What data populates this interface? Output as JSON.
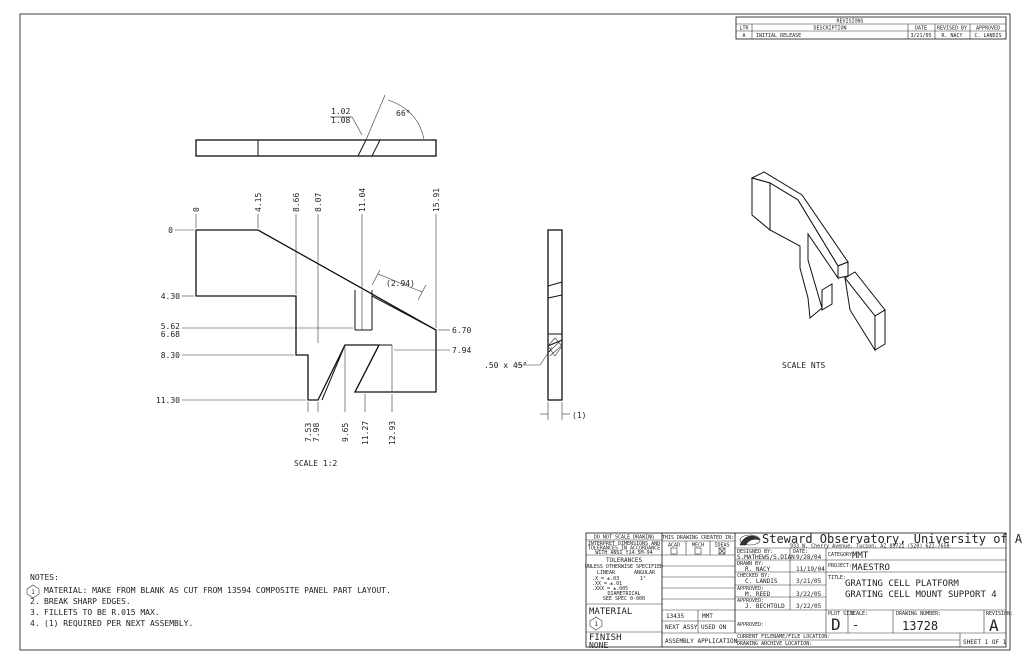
{
  "revisions": {
    "title": "REVISIONS",
    "headers": [
      "LTR",
      "DESCRIPTION",
      "DATE",
      "REVISED BY",
      "APPROVED"
    ],
    "rows": [
      [
        "A",
        "INITIAL RELEASE",
        "3/21/05",
        "R. NACY",
        "C. LANDIS"
      ]
    ]
  },
  "top_view": {
    "dims": [
      "1.02",
      "1.08",
      "66°"
    ]
  },
  "front_view": {
    "top_dims": [
      "0",
      "4.15",
      "8.66",
      "8.07",
      "11.04",
      "15.91"
    ],
    "left_dims": [
      "0",
      "4.30",
      "5.62",
      "6.68",
      "8.30",
      "11.30"
    ],
    "right_dims": [
      "6.70",
      "7.94"
    ],
    "bottom_dims": [
      "7.53",
      "7.98",
      "9.65",
      "11.27",
      "12.93"
    ],
    "ref_dim": "(2.94)",
    "scale": "SCALE 1:2"
  },
  "side_view": {
    "chamfer": ".50 x 45°",
    "width": "(1)"
  },
  "iso_view": {
    "scale": "SCALE NTS"
  },
  "notes": {
    "title": "NOTES:",
    "items": [
      "MATERIAL: MAKE FROM BLANK AS CUT FROM 13594 COMPOSITE PANEL PART LAYOUT.",
      "BREAK SHARP EDGES.",
      "FILLETS TO BE R.015 MAX.",
      "(1) REQUIRED PER NEXT ASSEMBLY."
    ],
    "nums": [
      "1",
      "2.",
      "3.",
      "4."
    ]
  },
  "title_block": {
    "noscale": "DO NOT SCALE DRAWING",
    "interp": [
      "INTERPRET DIMENSIONS AND",
      "TOLERANCES IN ACCORDANCE",
      "WITH ANSI Y14.5M-94"
    ],
    "tol_title": "TOLERANCES",
    "tol_sub": "UNLESS OTHERWISE SPECIFIED",
    "tol_linear": "LINEAR",
    "tol_angular": "ANGULAR",
    "tol_lines": [
      ".X  = ±.03",
      ".XX  = ±.01",
      ".XXX  = ±.005"
    ],
    "tol_ang_val": "1°",
    "tol_diam": "DIAMETRICAL",
    "tol_spec": "SEE SPEC 0-000",
    "material_label": "MATERIAL",
    "material_val": "1",
    "finish_label": "FINISH",
    "finish_val": "NONE",
    "created_in": "THIS DRAWING CREATED IN:",
    "created_opts": [
      "ACAD",
      "MECH",
      "IDEAS"
    ],
    "next_assy": "13435",
    "used_on": "MMT",
    "next_assy_label": "NEXT ASSY",
    "used_on_label": "USED ON",
    "assy_app": "ASSEMBLY APPLICATION",
    "org_name": "Steward Observatory, University of Arizona",
    "org_addr": "933 N. Cherry Avenue, Tucson, AZ  85721   (520) 621-7658",
    "designed_label": "DESIGNED BY:",
    "designed_by": "S.MATHEWS/S.DIAN",
    "designed_date": "9/28/04",
    "date_label": "DATE:",
    "drawn_label": "DRAWN BY:",
    "drawn_by": "R. NACY",
    "drawn_date": "11/19/04",
    "checked_label": "CHECKED BY:",
    "checked_by": "C. LANDIS",
    "checked_date": "3/21/05",
    "approved1_label": "APPROVED:",
    "approved1_by": "M. REED",
    "approved1_date": "3/22/05",
    "approved2_label": "APPROVED:",
    "approved2_by": "J. BECHTOLD",
    "approved2_date": "3/22/05",
    "approved3_label": "APPROVED:",
    "category_label": "CATEGORY:",
    "category": "MMT",
    "project_label": "PROJECT:",
    "project": "MAESTRO",
    "title_label": "TITLE:",
    "title1": "GRATING CELL PLATFORM",
    "title2": "GRATING CELL MOUNT SUPPORT 4",
    "plot_size_label": "PLOT SIZE",
    "scale_label": "SCALE:",
    "plot_size": "D",
    "scale_val": "-",
    "drawing_num_label": "DRAWING NUMBER:",
    "drawing_num": "13728",
    "revision_label": "REVISION:",
    "revision": "A",
    "filename_label": "CURRENT FILENAME/FILE LOCATION:",
    "archive_label": "DRAWING ARCHIVE LOCATION:",
    "sheet": "SHEET 1 OF 1"
  }
}
